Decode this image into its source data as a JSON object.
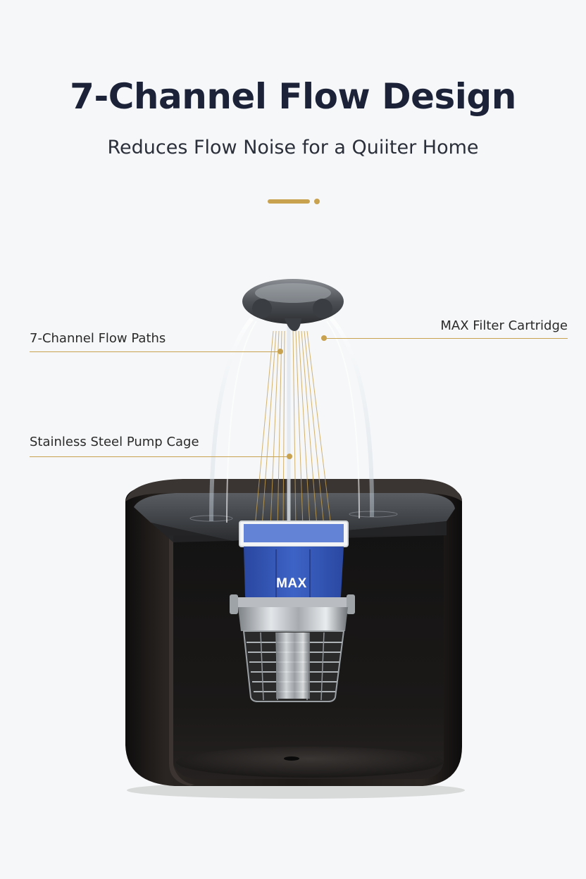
{
  "header": {
    "title": "7-Channel Flow Design",
    "subtitle": "Reduces Flow Noise for a Quiiter Home"
  },
  "callouts": {
    "flow_paths": "7-Channel Flow Paths",
    "filter_cartridge": "MAX Filter Cartridge",
    "pump_cage": "Stainless Steel Pump Cage"
  },
  "product": {
    "filter_label": "MAX"
  },
  "colors": {
    "accent": "#c9a250",
    "title": "#1c2338",
    "body": "#2a2f3a",
    "housing": "#1b1817",
    "filter": "#3558b8",
    "background": "#f6f7f8"
  }
}
